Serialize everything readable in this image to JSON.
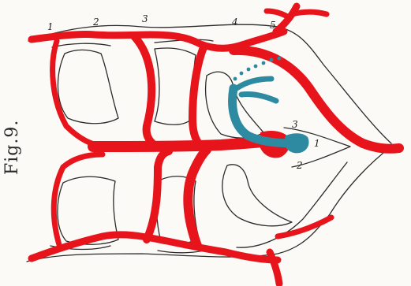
{
  "figure": {
    "caption": "Fig.9.",
    "arch_labels_top": [
      "1",
      "2",
      "3",
      "4",
      "5"
    ],
    "trunk_labels": [
      "3",
      "1",
      "2"
    ]
  },
  "colors": {
    "artery": "#e8141c",
    "pulmonary_vessel": "#2e8aa0",
    "outline": "#2b2b2b",
    "paper": "#fbfaf6"
  }
}
